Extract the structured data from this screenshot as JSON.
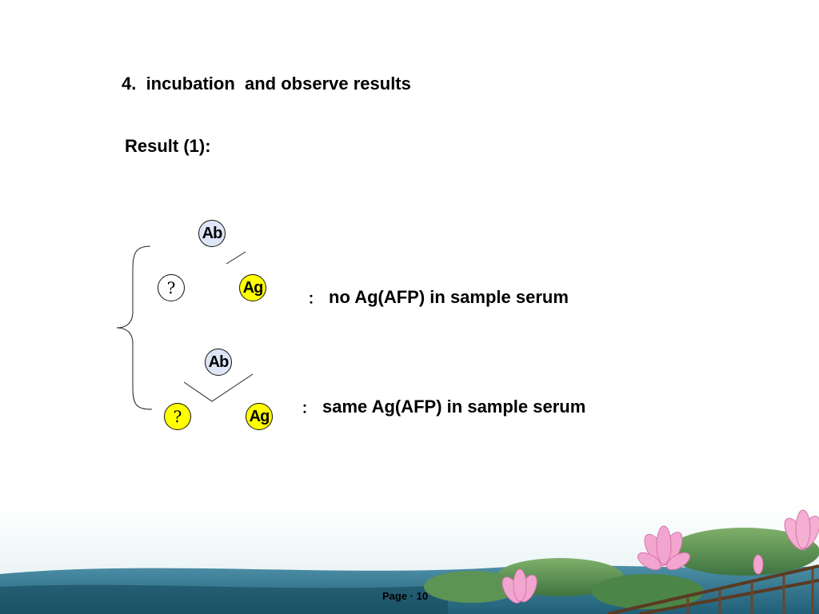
{
  "slide": {
    "step_heading": "4.  incubation  and observe results",
    "result_heading": "Result (1):"
  },
  "diagram": {
    "case1": {
      "antibody_label": "Ab",
      "unknown_label": "?",
      "antigen_label": "Ag",
      "colon": "：",
      "description": "no Ag(AFP) in sample serum"
    },
    "case2": {
      "antibody_label": "Ab",
      "unknown_label": "?",
      "antigen_label": "Ag",
      "colon": "：",
      "description": "same Ag(AFP) in sample serum"
    }
  },
  "colors": {
    "antibody_fill": "#dde6f7",
    "antigen_fill": "#ffff00",
    "unknown_case1_fill": "#ffffff",
    "unknown_case2_fill": "#ffff00"
  },
  "footer": {
    "page_label": "Page · 10"
  }
}
